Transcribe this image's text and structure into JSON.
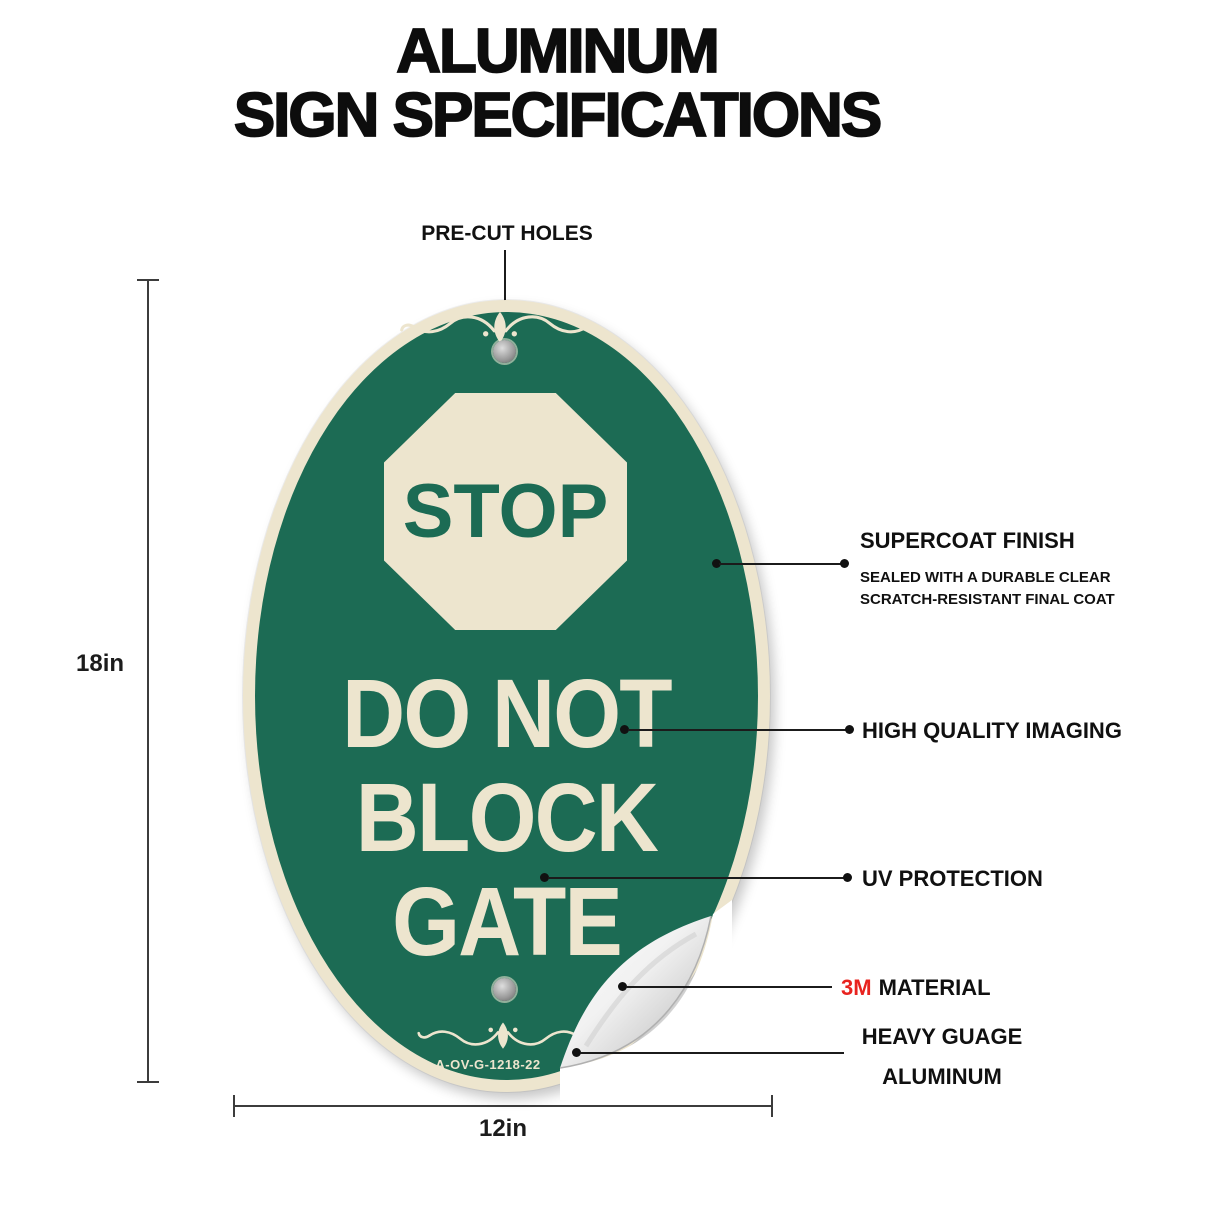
{
  "title": {
    "line1": "ALUMINUM",
    "line2": "SIGN SPECIFICATIONS"
  },
  "precut": {
    "label": "PRE-CUT HOLES"
  },
  "supercoat": {
    "label": "SUPERCOAT FINISH",
    "sub1": "SEALED WITH A DURABLE CLEAR",
    "sub2": "SCRATCH-RESISTANT FINAL COAT"
  },
  "imaging": {
    "label": "HIGH QUALITY IMAGING"
  },
  "uv": {
    "label": "UV PROTECTION"
  },
  "material": {
    "brand": "3M",
    "label": "MATERIAL"
  },
  "gauge": {
    "line1": "HEAVY GUAGE",
    "line2": "ALUMINUM"
  },
  "dimensions": {
    "height": "18in",
    "width": "12in"
  },
  "sign": {
    "stop": "STOP",
    "line1": "DO NOT",
    "line2": "BLOCK",
    "line3": "GATE",
    "sku": "A-OV-G-1218-22"
  },
  "colors": {
    "sign_green": "#1C6B54",
    "sign_cream": "#EDE5CE",
    "brand_red": "#E8231F"
  }
}
